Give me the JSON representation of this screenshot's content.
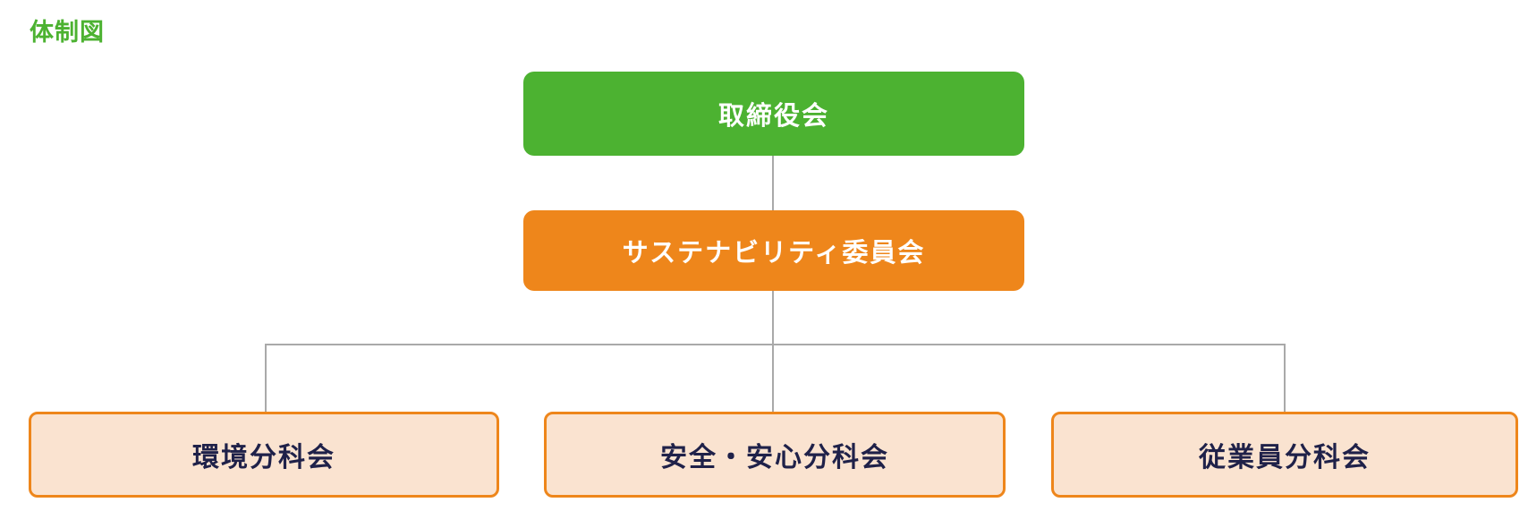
{
  "page": {
    "title": "体制図"
  },
  "colors": {
    "title_green": "#4cb231",
    "root_box_green": "#4cb231",
    "committee_box_orange": "#ee861b",
    "subcommittee_fill_peach": "#fae3d0",
    "subcommittee_border_orange": "#ee861b",
    "subcommittee_text_navy": "#1f2149",
    "connector_gray": "#a9a9a9",
    "box_text_white": "#ffffff"
  },
  "org_chart": {
    "root": {
      "label": "取締役会"
    },
    "committee": {
      "label": "サステナビリティ委員会"
    },
    "subcommittees": [
      {
        "label": "環境分科会"
      },
      {
        "label": "安全・安心分科会"
      },
      {
        "label": "従業員分科会"
      }
    ]
  }
}
